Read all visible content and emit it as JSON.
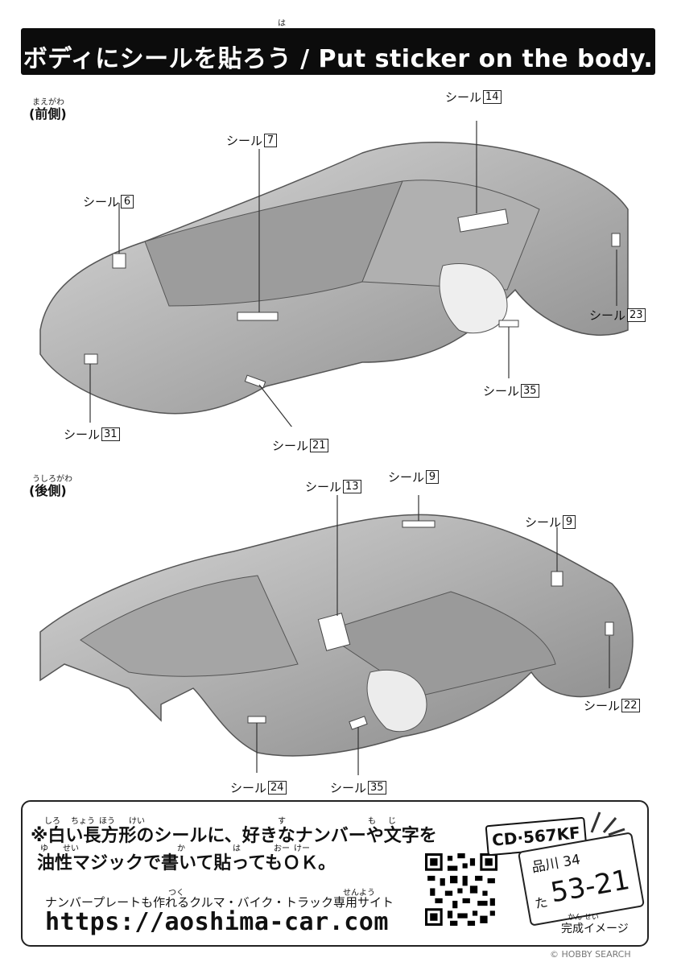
{
  "header": {
    "title": "ボディにシールを貼ろう / Put sticker on the body.",
    "ruby_ha": "は"
  },
  "front": {
    "ruby": "まえがわ",
    "label": "(前側)",
    "callouts": [
      {
        "text": "シール",
        "num": "14"
      },
      {
        "text": "シール",
        "num": "7"
      },
      {
        "text": "シール",
        "num": "6"
      },
      {
        "text": "シール",
        "num": "23"
      },
      {
        "text": "シール",
        "num": "35"
      },
      {
        "text": "シール",
        "num": "31"
      },
      {
        "text": "シール",
        "num": "21"
      }
    ]
  },
  "rear": {
    "ruby": "うしろがわ",
    "label": "(後側)",
    "callouts": [
      {
        "text": "シール",
        "num": "13"
      },
      {
        "text": "シール",
        "num": "9"
      },
      {
        "text": "シール",
        "num": "9"
      },
      {
        "text": "シール",
        "num": "22"
      },
      {
        "text": "シール",
        "num": "24"
      },
      {
        "text": "シール",
        "num": "35"
      }
    ]
  },
  "note": {
    "line1": "※白い長方形のシールに、好きなナンバーや文字を",
    "line2": "油性マジックで書いて貼ってもＯＫ。",
    "ruby1": [
      "しろ",
      "ちょう",
      "ほう",
      "けい",
      "す",
      "も",
      "じ"
    ],
    "ruby2": [
      "ゆ",
      "せい",
      "か",
      "は",
      "おー",
      "けー"
    ],
    "site_title": "ナンバープレートも作れるクルマ・バイク・トラック専用サイト",
    "site_ruby": [
      "つく",
      "せん",
      "よう"
    ],
    "url": "https://aoshima-car.com"
  },
  "plates": {
    "small": "CD·567KF",
    "big_top": "品川 34",
    "big_hira": "た",
    "big_main": "53-21"
  },
  "caption": {
    "ruby": "かん せい",
    "text": "完成イメージ"
  },
  "watermark": "© HOBBY SEARCH"
}
